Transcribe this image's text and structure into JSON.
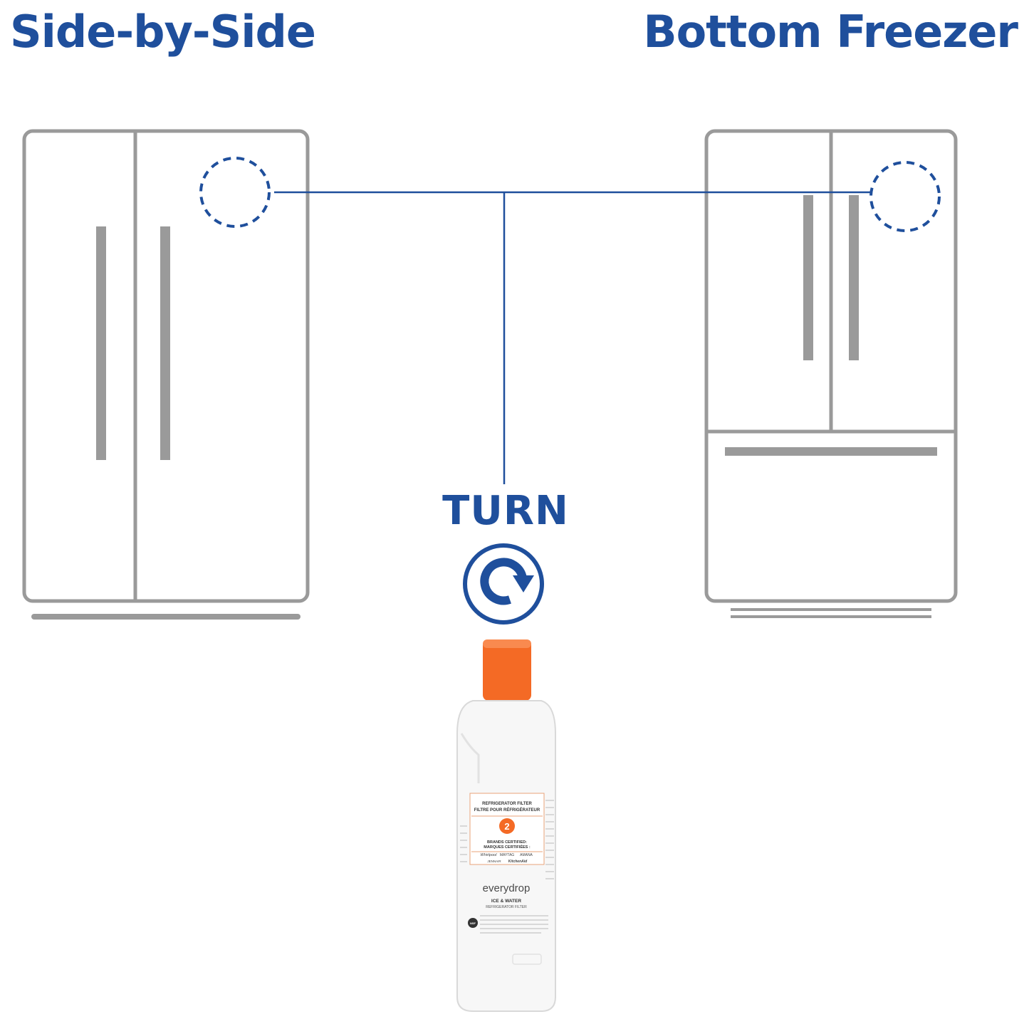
{
  "titles": {
    "left": "Side-by-Side",
    "right": "Bottom Freezer"
  },
  "instruction": {
    "turn_label": "TURN"
  },
  "icons": {
    "rotate": "rotate-clockwise-icon",
    "fridge_left": "side-by-side-fridge-icon",
    "fridge_right": "bottom-freezer-fridge-icon"
  },
  "filter": {
    "label_title_en": "REFRIGERATOR FILTER",
    "label_title_fr": "FILTRE POUR RÉFRIGÉRATEUR",
    "number": "2",
    "brands_heading_en": "BRANDS CERTIFIED:",
    "brands_heading_fr": "MARQUES CERTIFIÉES :",
    "brands": [
      "Whirlpool",
      "MAYTAG",
      "AMANA",
      "JENNAIR",
      "KitchenAid"
    ],
    "brand_name": "everydrop",
    "product_line": "ICE & WATER",
    "product_sub": "REFRIGERATOR FILTER",
    "cert_mark": "NSF"
  },
  "colors": {
    "brand_blue": "#1f4f9c",
    "fridge_outline": "#9a9a9a",
    "cap_orange": "#f46a25"
  }
}
